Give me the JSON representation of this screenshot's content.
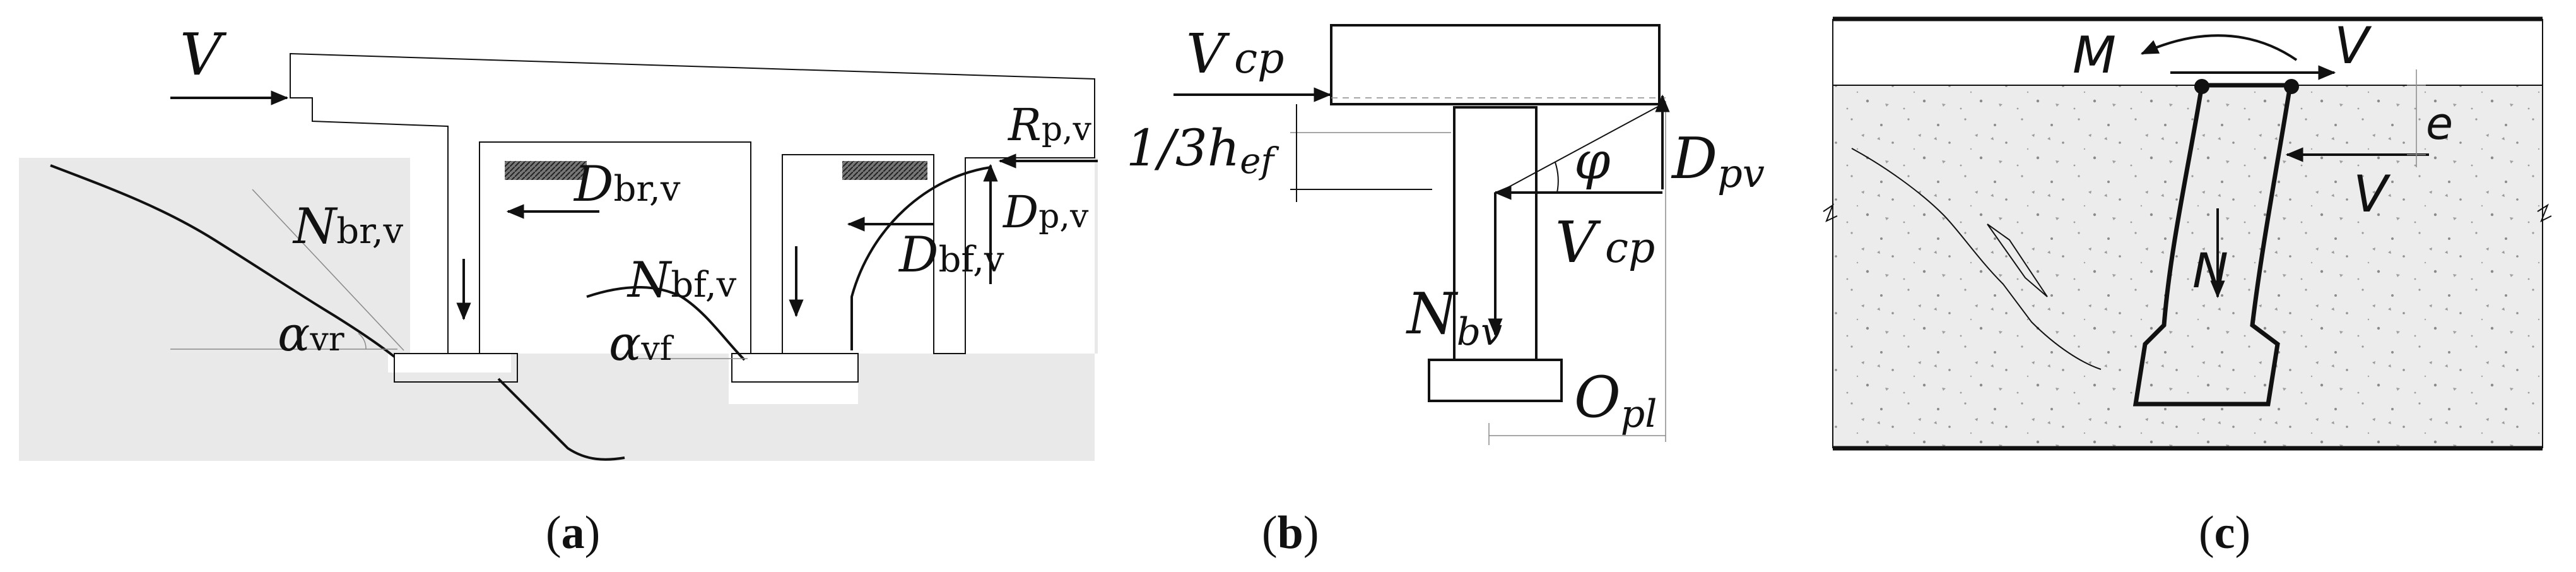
{
  "panel_a": {
    "label_V": "V",
    "label_Nbr": "N",
    "sub_Nbr": "br,v",
    "label_Dbr": "D",
    "sub_Dbr": "br,v",
    "label_Nbf": "N",
    "sub_Nbf": "bf,v",
    "label_Dbf": "D",
    "sub_Dbf": "bf,v",
    "label_Rp": "R",
    "sub_Rp": "p,v",
    "label_Dp": "D",
    "sub_Dp": "p,v",
    "label_avr": "α",
    "sub_avr": "vr",
    "label_avf": "α",
    "sub_avf": "vf",
    "caption_open": "(",
    "caption_letter": "a",
    "caption_close": ")"
  },
  "panel_b": {
    "label_Vcp_top": "V",
    "sub_Vcp_top": "cp",
    "label_hef": "1/3h",
    "sub_hef": "ef",
    "label_phi": "φ",
    "label_Dpv": "D",
    "sub_Dpv": "pv",
    "label_Vcp_mid": "V",
    "sub_Vcp_mid": "cp",
    "label_Nbv": "N",
    "sub_Nbv": "bv",
    "label_Opl": "O",
    "sub_Opl": "pl",
    "caption_open": "(",
    "caption_letter": "b",
    "caption_close": ")"
  },
  "panel_c": {
    "label_M": "M",
    "label_V_top": "V",
    "label_e": "e",
    "label_V_right": "V",
    "label_N": "N",
    "caption_open": "(",
    "caption_letter": "c",
    "caption_close": ")"
  }
}
